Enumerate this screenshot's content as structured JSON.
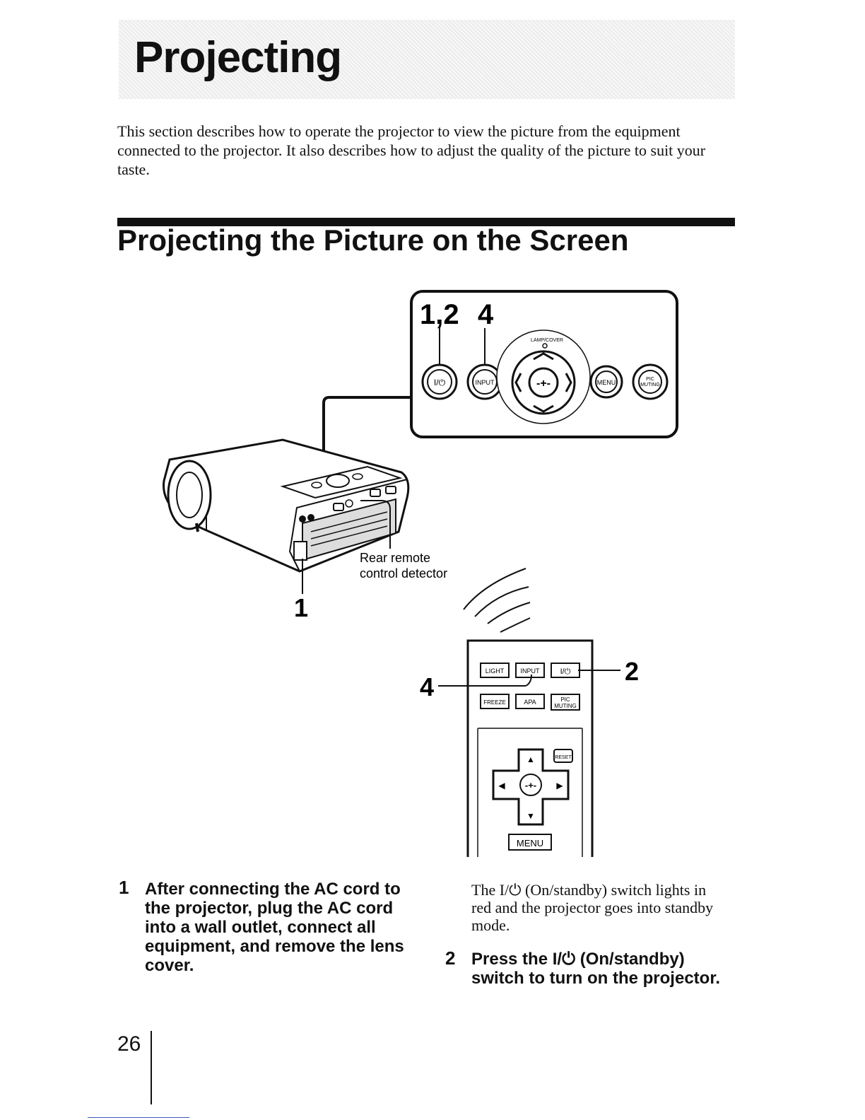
{
  "header": {
    "title": "Projecting"
  },
  "intro": "This section describes how to operate the projector to view the picture from the equipment connected to the projector. It also describes how to adjust the quality of the picture to suit your taste.",
  "section": {
    "title": "Projecting the Picture on the Screen"
  },
  "figure": {
    "panel_callouts": [
      "1,2",
      "4"
    ],
    "panel_buttons": {
      "power": "I/⏻",
      "input": "INPUT",
      "lamp_cover": "LAMP/COVER",
      "menu": "MENU",
      "pic_muting_1": "PIC",
      "pic_muting_2": "MUTING"
    },
    "rear_detector_label_1": "Rear remote",
    "rear_detector_label_2": "control detector",
    "projector_callout": "1",
    "remote_callout_left": "4",
    "remote_callout_right": "2",
    "remote_buttons": {
      "light": "LIGHT",
      "input": "INPUT",
      "power": "I/⏻",
      "freeze": "FREEZE",
      "apa": "APA",
      "pic_muting_1": "PIC",
      "pic_muting_2": "MUTING",
      "reset": "RESET",
      "menu": "MENU"
    }
  },
  "steps": [
    {
      "number": "1",
      "lines": [
        "After connecting the AC cord to",
        "the projector, plug the AC cord",
        "into a wall outlet, connect all",
        "equipment, and remove the lens",
        "cover."
      ]
    },
    {
      "number": "2",
      "lines": [
        "Press the I/⏻ (On/standby)",
        "switch to turn on the projector."
      ]
    }
  ],
  "step1_result_lines": [
    "The I/⏻ (On/standby) switch lights in",
    "red and the projector goes into standby",
    "mode."
  ],
  "footer": {
    "page_number": "26"
  }
}
